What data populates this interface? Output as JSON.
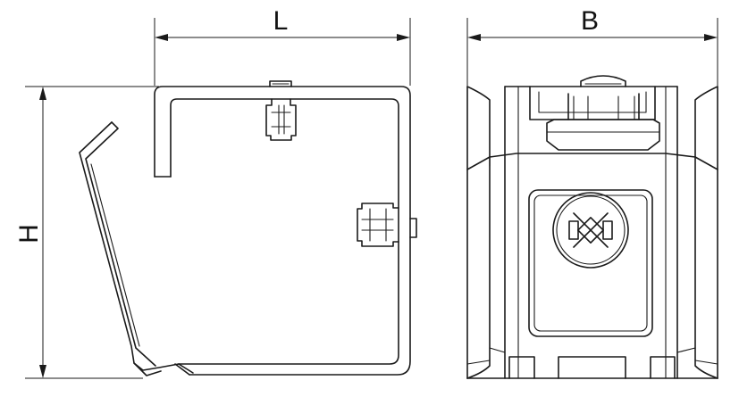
{
  "dimension_labels": {
    "length": "L",
    "breadth": "B",
    "height": "H"
  }
}
